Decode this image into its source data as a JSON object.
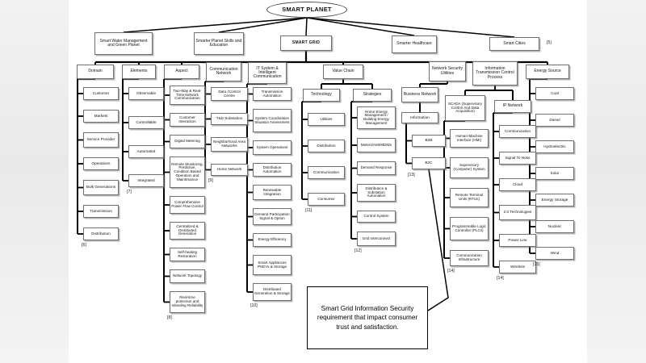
{
  "diagram": {
    "title": "SMART PLANET",
    "root": {
      "label": "SMART PLANET"
    },
    "level1": [
      {
        "label": "Smart Water Management and Green Planet"
      },
      {
        "label": "Smarter Planet Skills and Education"
      },
      {
        "label": "SMART GRID"
      },
      {
        "label": "Smarter Healthcare"
      },
      {
        "label": "Smart Cities"
      }
    ],
    "level1_ref": "[5]",
    "branches": [
      {
        "id": "domain",
        "header": "Domain",
        "ref": "[6]",
        "items": [
          "Customer",
          "Markets",
          "Service Provider",
          "Operations",
          "Bulk Generations",
          "Transmission",
          "Distribution"
        ]
      },
      {
        "id": "elements",
        "header": "Elements",
        "ref": "[7]",
        "items": [
          "Observable",
          "Controllable",
          "Automated",
          "Integrated"
        ]
      },
      {
        "id": "aspect",
        "header": "Aspect",
        "ref": "[8]",
        "items": [
          "Two-Way & Real-Time Network Communication",
          "Customer Interaction",
          "Digital Metering",
          "Remote Monitoring, Predictive, Condition Based Operation and Maintenance",
          "Comprehensive Power Flow Control",
          "Centralized & Distributed Generation",
          "Self-healing Restoration",
          "Network Topology",
          "Real-time protection and Islanding Reliability"
        ]
      },
      {
        "id": "communication-network",
        "header": "Communication Network",
        "ref": "[9]",
        "items": [
          "Data /Control Centre",
          "T&D Substation",
          "Neighborhood Area Networks",
          "Home Network"
        ]
      },
      {
        "id": "it-system",
        "header": "IT System & Intelligent Communication",
        "ref": "[10]",
        "items": [
          "Transmission Automation",
          "System Coordination Situation Assessment",
          "System Operations",
          "Distribution Automation",
          "Renewable Integration",
          "Demand Participation Signal & Option",
          "Energy Efficiency",
          "Smart Appliances PHEVs & Storage",
          "Distributed Generation & Storage"
        ]
      },
      {
        "id": "technology",
        "header": "Technology",
        "ref": "[11]",
        "items": [
          "Utilities",
          "Distribution",
          "Communication",
          "Consumer"
        ]
      },
      {
        "id": "strategies",
        "header": "Strategies",
        "ref": "[12]",
        "items": [
          "Home Energy Management / Building Energy Management",
          "Meters/AMI/MDMS",
          "Demand Response",
          "Distribution & Substation Automation",
          "Control System",
          "Grid Interconnect"
        ]
      },
      {
        "id": "business-network",
        "header": "Business Network",
        "ref": "[13]",
        "items": [
          "Information",
          "B2B",
          "B2C"
        ]
      },
      {
        "id": "scada",
        "header": "SCADA (Supervisory Control And Data Acquisition)",
        "ref": "[14]",
        "items": [
          "Human-Machine Interface (HMI)",
          "Supervisory (Computer) System",
          "Remote Terminal Units (RTUs)",
          "Programmable Logic Controller (PLCs)",
          "Communication Infrastructure"
        ]
      },
      {
        "id": "ip-network",
        "header": "IP Network",
        "ref": "[14]",
        "items": [
          "Communication",
          "Signal To Nose",
          "Cloud",
          "2.0 Technologies",
          "Power Line",
          "Wireless"
        ]
      },
      {
        "id": "energy-source",
        "header": "Energy Source",
        "ref": "[15]",
        "items": [
          "Coal",
          "Diesel",
          "Hydroelectric",
          "Solar",
          "Energy Storage",
          "Nuclear",
          "Wind"
        ]
      }
    ],
    "mid_headers": {
      "value_chain": "Value Chain",
      "network_security_utilities": "Network Security Utilities",
      "information_transmission": "Information Transmission Control Process"
    },
    "callout": {
      "text": "Smart Grid Information Security requirement that impact consumer trust and satisfaction."
    },
    "colors": {
      "node_border": "#6f6f6f",
      "wire": "#000000",
      "callout_border": "#000000",
      "background": "#ffffff"
    }
  }
}
